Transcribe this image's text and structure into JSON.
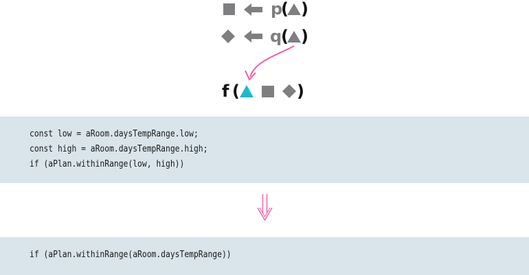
{
  "diagram": {
    "rows": [
      {
        "result_symbol": "square",
        "arrow": "left-arrow",
        "function_name": "p",
        "open_paren": "(",
        "argument_symbol": "triangle",
        "close_paren": ")"
      },
      {
        "result_symbol": "diamond",
        "arrow": "left-arrow",
        "function_name": "q",
        "open_paren": "(",
        "argument_symbol": "triangle",
        "close_paren": ")"
      }
    ],
    "call": {
      "function_name": "f",
      "open_paren": "(",
      "arguments": [
        "triangle",
        "square",
        "diamond"
      ],
      "close_paren": ")"
    },
    "curved_arrow": "curved-arrow-from-q-argument-to-f-argument",
    "transform_arrow": "double-line-down-arrow"
  },
  "code_before": {
    "lines": [
      "const low = aRoom.daysTempRange.low;",
      "const high = aRoom.daysTempRange.high;",
      "if (aPlan.withinRange(low, high))"
    ]
  },
  "code_after": {
    "lines": [
      "if (aPlan.withinRange(aRoom.daysTempRange))"
    ]
  },
  "colors": {
    "symbol_grey": "#7f7f81",
    "text_black": "#111111",
    "highlight_cyan": "#22b8c9",
    "arrow_pink": "#ec5fa6",
    "code_background": "#d9e4eb"
  }
}
